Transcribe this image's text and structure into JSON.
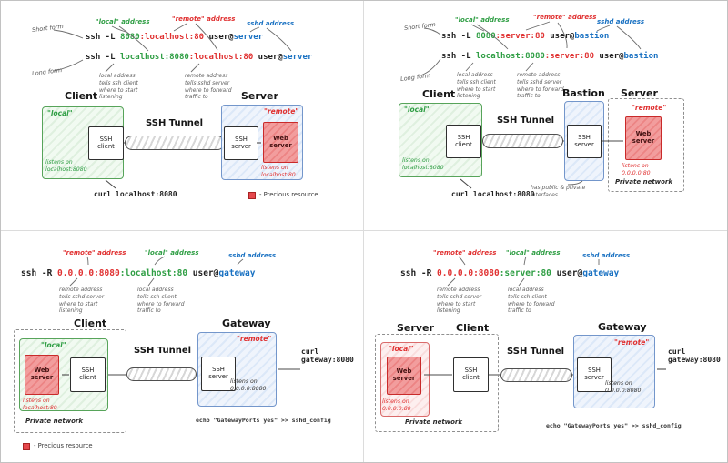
{
  "colors": {
    "local_green": "#2f9e44",
    "remote_red": "#e03131",
    "sshd_blue": "#1971c2",
    "ink": "#1f1f1f",
    "annotation_gray": "#5f5f5f",
    "precious_red": "#e5484d"
  },
  "tl": {
    "addr_local": "\"local\" address",
    "addr_remote": "\"remote\" address",
    "addr_sshd": "sshd address",
    "short_form": "Short form",
    "long_form": "Long form",
    "cmd_short": {
      "base": "ssh -L ",
      "local": "8080",
      "remote": ":localhost:80",
      "mid": " user@",
      "sshd": "server"
    },
    "cmd_long": {
      "base": "ssh -L ",
      "local": "localhost:8080",
      "remote": ":localhost:80",
      "mid": " user@",
      "sshd": "server"
    },
    "note_local": "local address\ntells ssh client\nwhere to start\nlistening",
    "note_remote": "remote address\ntells sshd server\nwhere to forward\ntraffic to",
    "client_title": "Client",
    "local_zone_label": "\"local\"",
    "ssh_client": "SSH\nclient",
    "client_listens": "listens on\nlocalhost:8080",
    "tunnel": "SSH Tunnel",
    "server_title": "Server",
    "remote_zone_label": "\"remote\"",
    "ssh_server": "SSH\nserver",
    "web_server": "Web\nserver",
    "web_listens": "listens on\nlocalhost:80",
    "curl": "curl localhost:8080",
    "legend": "- Precious resource"
  },
  "tr": {
    "addr_local": "\"local\" address",
    "addr_remote": "\"remote\" address",
    "addr_sshd": "sshd address",
    "short_form": "Short form",
    "long_form": "Long form",
    "cmd_short": {
      "base": "ssh -L ",
      "local": "8080",
      "remote": ":server:80",
      "mid": " user@",
      "sshd": "bastion"
    },
    "cmd_long": {
      "base": "ssh -L ",
      "local": "localhost:8080",
      "remote": ":server:80",
      "mid": " user@",
      "sshd": "bastion"
    },
    "note_local": "local address\ntells ssh client\nwhere to start\nlistening",
    "note_remote": "remote address\ntells sshd server\nwhere to forward\ntraffic to",
    "client_title": "Client",
    "local_zone_label": "\"local\"",
    "ssh_client": "SSH\nclient",
    "client_listens": "listens on\nlocalhost:8080",
    "tunnel": "SSH Tunnel",
    "bastion_title": "Bastion",
    "ssh_server": "SSH\nserver",
    "server_title": "Server",
    "remote_zone_label": "\"remote\"",
    "web_server": "Web\nserver",
    "web_listens": "listens on\n0.0.0.0:80",
    "private_network": "Private network",
    "bastion_note": "has public & private\ninterfaces",
    "curl": "curl localhost:8080"
  },
  "bl": {
    "addr_remote": "\"remote\" address",
    "addr_local": "\"local\" address",
    "addr_sshd": "sshd address",
    "cmd": {
      "base": "ssh -R ",
      "remote": "0.0.0.0:8080",
      "local": ":localhost:80",
      "mid": " user@",
      "sshd": "gateway"
    },
    "note_remote": "remote address\ntells sshd server\nwhere to start\nlistening",
    "note_local": "local address\ntells ssh client\nwhere to forward\ntraffic to",
    "client_title": "Client",
    "local_zone_label": "\"local\"",
    "web_server": "Web\nserver",
    "ssh_client": "SSH\nclient",
    "web_listens": "listens on\nlocalhost:80",
    "private_network": "Private network",
    "tunnel": "SSH Tunnel",
    "gateway_title": "Gateway",
    "remote_zone_label": "\"remote\"",
    "ssh_server": "SSH\nserver",
    "gateway_listens": "listens on\n0.0.0.0:8080",
    "curl": "curl\ngateway:8080",
    "config": "echo \"GatewayPorts yes\" >> sshd_config",
    "legend": "- Precious resource"
  },
  "br": {
    "addr_remote": "\"remote\" address",
    "addr_local": "\"local\" address",
    "addr_sshd": "sshd address",
    "cmd": {
      "base": "ssh -R ",
      "remote": "0.0.0.0:8080",
      "local": ":server:80",
      "mid": " user@",
      "sshd": "gateway"
    },
    "note_remote": "remote address\ntells sshd server\nwhere to start\nlistening",
    "note_local": "local address\ntells ssh client\nwhere to forward\ntraffic to",
    "server_title": "Server",
    "client_title": "Client",
    "local_zone_label": "\"local\"",
    "web_server": "Web\nserver",
    "web_listens": "listens on\n0.0.0.0:80",
    "ssh_client": "SSH\nclient",
    "private_network": "Private network",
    "tunnel": "SSH Tunnel",
    "gateway_title": "Gateway",
    "remote_zone_label": "\"remote\"",
    "ssh_server": "SSH\nserver",
    "gateway_listens": "listens on\n0.0.0.0:8080",
    "curl": "curl\ngateway:8080",
    "config": "echo \"GatewayPorts yes\" >> sshd_config"
  }
}
